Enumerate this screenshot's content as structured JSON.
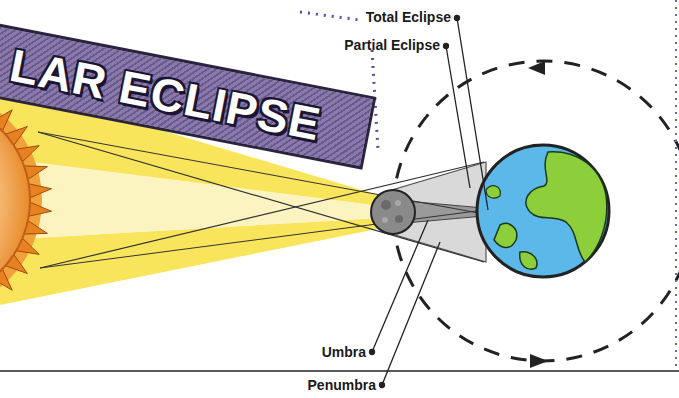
{
  "diagram": {
    "title": "LAR ECLIPSE",
    "labels": [
      "Total Eclipse",
      "Partial Eclipse",
      "Umbra",
      "Penumbra"
    ]
  }
}
